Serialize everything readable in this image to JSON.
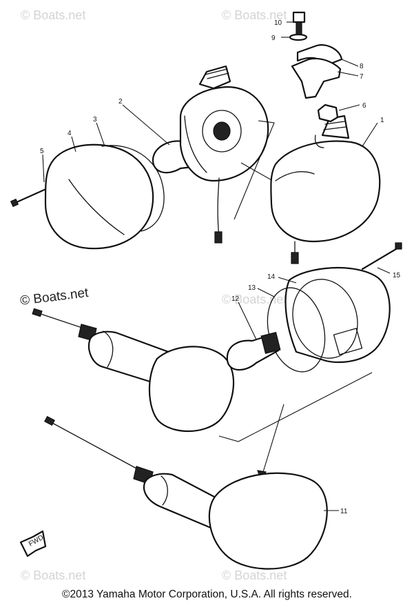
{
  "diagram": {
    "callouts": [
      {
        "id": "1",
        "label": "1"
      },
      {
        "id": "2",
        "label": "2"
      },
      {
        "id": "3",
        "label": "3"
      },
      {
        "id": "4",
        "label": "4"
      },
      {
        "id": "5",
        "label": "5"
      },
      {
        "id": "6",
        "label": "6"
      },
      {
        "id": "7",
        "label": "7"
      },
      {
        "id": "8",
        "label": "8"
      },
      {
        "id": "9",
        "label": "9"
      },
      {
        "id": "10",
        "label": "10"
      },
      {
        "id": "11",
        "label": "11"
      },
      {
        "id": "12",
        "label": "12"
      },
      {
        "id": "13",
        "label": "13"
      },
      {
        "id": "14",
        "label": "14"
      },
      {
        "id": "15",
        "label": "15"
      }
    ],
    "fwd_label": "FWD"
  },
  "watermarks": {
    "faint": "© Boats.net",
    "dark": "© Boats.net"
  },
  "copyright": "©2013 Yamaha Motor Corporation, U.S.A. All rights reserved."
}
